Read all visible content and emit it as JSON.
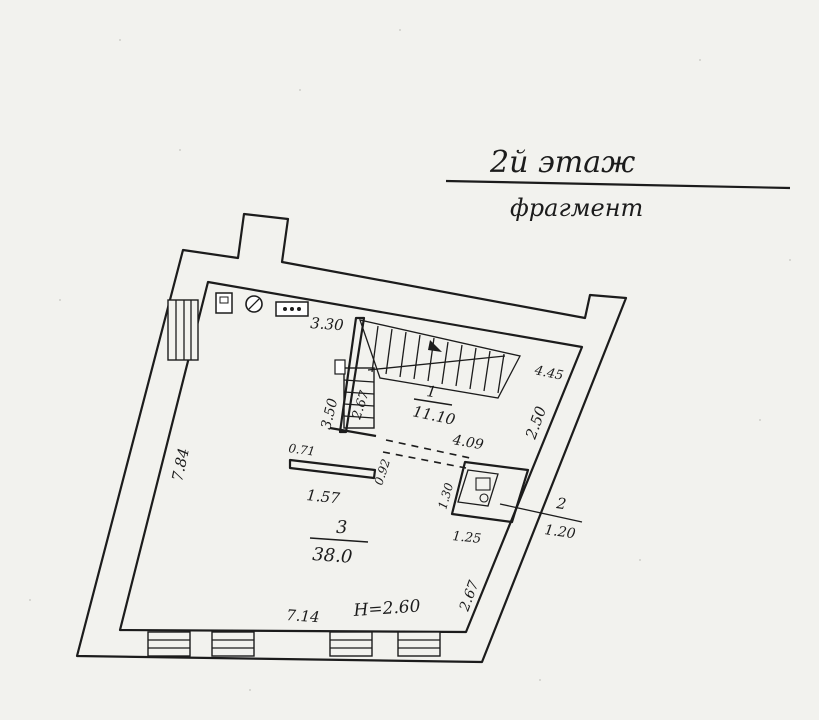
{
  "header": {
    "title": "2й этаж",
    "subtitle": "фрагмент"
  },
  "plan": {
    "room_1": {
      "number": "1",
      "area": "11.10"
    },
    "room_2": {
      "number": "2",
      "area": "1.20"
    },
    "room_3": {
      "number": "3",
      "area": "38.0"
    },
    "height": "H=2.60",
    "dimensions": {
      "top_wall": "3.30",
      "stair_right": "4.45",
      "stair_width": "2.67",
      "left_stair": "3.50",
      "right_side": "2.50",
      "mid_right": "4.09",
      "small_a": "0.71",
      "small_b": "0.92",
      "bottom_left": "1.57",
      "closet_side": "1.30",
      "closet_bottom": "1.25",
      "left_wall": "7.84",
      "bottom_wall": "7.14",
      "right_wall": "2.67"
    }
  },
  "colors": {
    "ink": "#1c1c1c",
    "paper": "#f2f2ee"
  }
}
